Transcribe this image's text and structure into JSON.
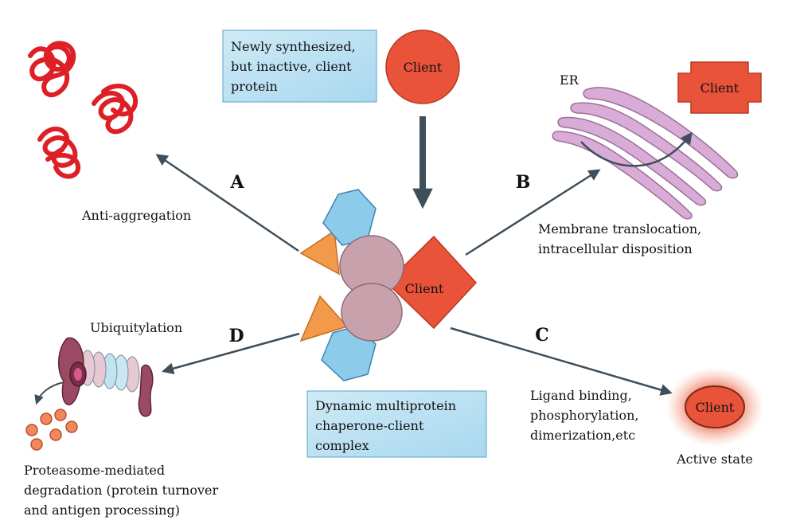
{
  "top_box": {
    "lines": [
      "Newly synthesized,",
      "but inactive, client",
      "protein"
    ]
  },
  "client_label": "Client",
  "er_label": "ER",
  "paths": {
    "a": {
      "letter": "A",
      "label": "Anti-aggregation"
    },
    "b": {
      "letter": "B",
      "lines": [
        "Membrane translocation,",
        "intracellular disposition"
      ]
    },
    "c": {
      "letter": "C",
      "lines": [
        "Ligand binding,",
        "phosphorylation,",
        "dimerization,etc"
      ],
      "state": "Active state"
    },
    "d": {
      "letter": "D",
      "label": "Ubiquitylation",
      "lines": [
        "Proteasome-mediated",
        "degradation (protein turnover",
        "and antigen processing)"
      ]
    }
  },
  "bottom_box": {
    "lines": [
      "Dynamic multiprotein",
      "chaperone-client",
      "complex"
    ]
  },
  "colors": {
    "box_fill": "#bfe3f3",
    "client_red": "#e8533a",
    "chaperone_blue": "#8ccbea",
    "chaperone_orange": "#f2994a",
    "chaperone_mauve": "#c7a2ad",
    "aggregate_red": "#dd1f26",
    "er_pink": "#d8acd6",
    "arrow_gray": "#3f4f5a"
  }
}
